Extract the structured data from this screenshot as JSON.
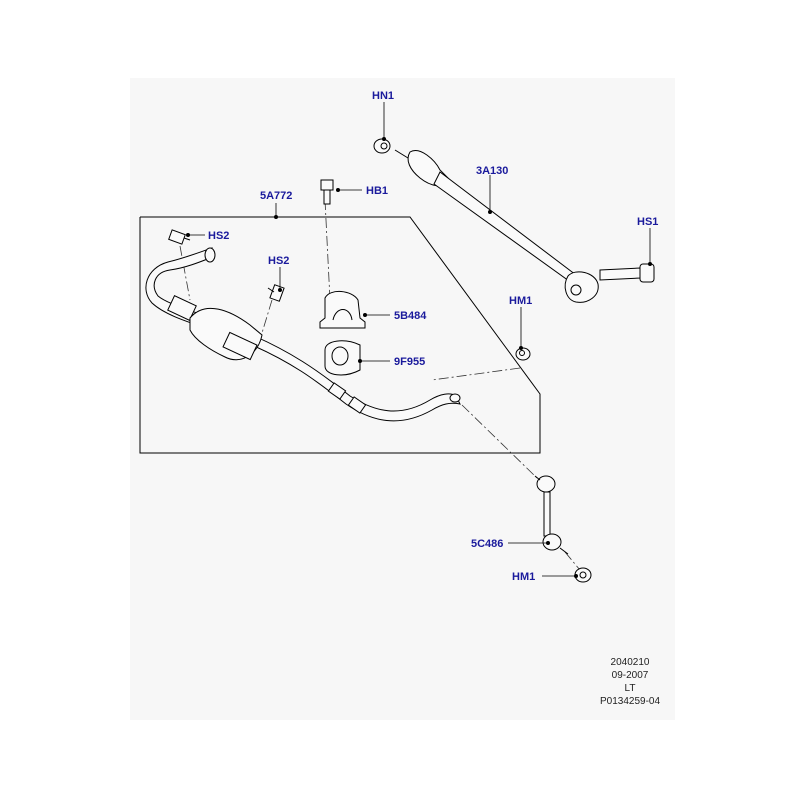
{
  "labels": {
    "hn1": "HN1",
    "a3130": "3A130",
    "hb1": "HB1",
    "a5772": "5A772",
    "hs1": "HS1",
    "hs2_left": "HS2",
    "hs2_mid": "HS2",
    "hm1_top": "HM1",
    "b5484": "5B484",
    "f9955": "9F955",
    "c5486": "5C486",
    "hm1_bottom": "HM1"
  },
  "footer": {
    "ref_number": "2040210",
    "date": "09-2007",
    "code": "LT",
    "part_id": "P0134259-04"
  },
  "colors": {
    "label": "#1a1a9c",
    "panel": "#f7f7f7",
    "line": "#000000"
  }
}
